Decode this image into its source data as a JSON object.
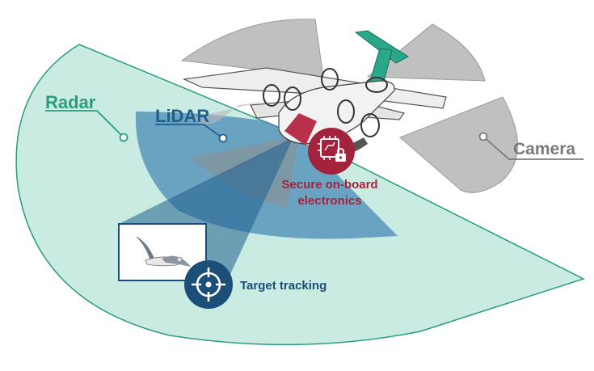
{
  "labels": {
    "radar": "Radar",
    "lidar": "LiDAR",
    "camera": "Camera",
    "secure_line1": "Secure on-board",
    "secure_line2": "electronics",
    "target_tracking": "Target tracking"
  },
  "colors": {
    "radar": "#2a9c80",
    "radar_fill": "#bfe8dd",
    "lidar": "#1f5f8e",
    "lidar_fill": "#4a8bb5",
    "camera": "#7a7a7a",
    "camera_fill": "#b9b9b9",
    "secure": "#a3223c",
    "tracking": "#1b4e78"
  },
  "icons": {
    "chip": "chip-lock-icon",
    "target": "crosshair-icon",
    "bird": "seagull-photo"
  }
}
